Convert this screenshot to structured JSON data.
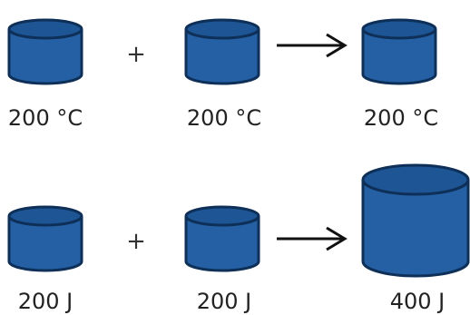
{
  "colors": {
    "cylinder_fill": "#2460a3",
    "cylinder_top": "#1d5595",
    "cylinder_stroke": "#0e2f57",
    "arrow": "#111111",
    "text": "#222222"
  },
  "icons": [
    "cylinder-icon",
    "plus-sign",
    "right-arrow-icon"
  ],
  "temperature_row": {
    "left_label": "200 °C",
    "middle_label": "200 °C",
    "result_label": "200 °C",
    "operator": "+"
  },
  "energy_row": {
    "left_label": "200 J",
    "middle_label": "200 J",
    "result_label": "400 J",
    "operator": "+"
  }
}
